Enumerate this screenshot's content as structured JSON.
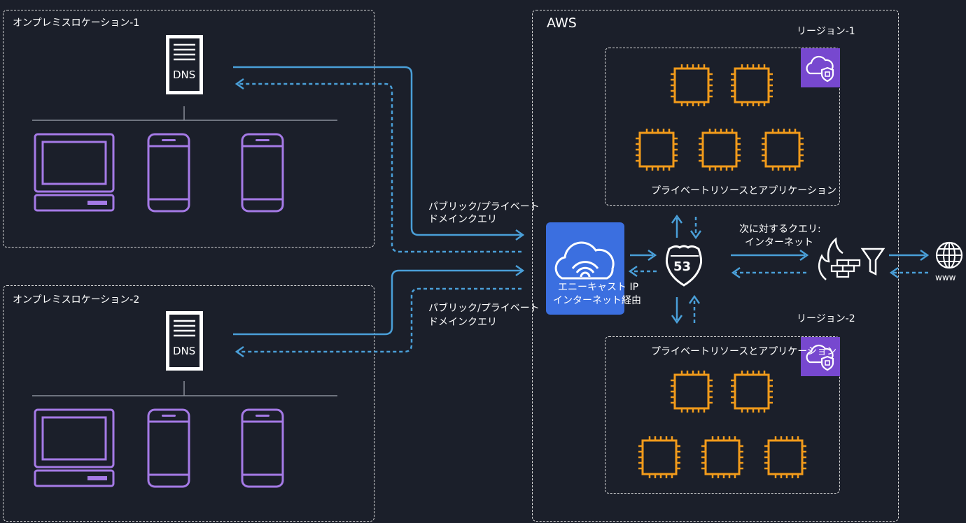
{
  "onprem1": {
    "title": "オンプレミスロケーション-1",
    "dns_label": "DNS"
  },
  "onprem2": {
    "title": "オンプレミスロケーション-2",
    "dns_label": "DNS"
  },
  "aws": {
    "title": "AWS",
    "region1": {
      "title": "リージョン-1",
      "resources_label": "プライベートリソースとアプリケーション"
    },
    "region2": {
      "title": "リージョン-2",
      "resources_label": "プライベートリソースとアプリケーション"
    },
    "anycast_label_line1": "エニーキャスト IP",
    "anycast_label_line2": "インターネット経由",
    "route53_label": "53"
  },
  "flows": {
    "query1_line1": "パブリック/プライベート",
    "query1_line2": "ドメインクエリ",
    "query2_line1": "パブリック/プライベート",
    "query2_line2": "ドメインクエリ",
    "internet_query_line1": "次に対するクエリ:",
    "internet_query_line2": "インターネット"
  },
  "internet": {
    "label": "www"
  },
  "colors": {
    "background": "#1b1f2a",
    "arrow": "#4a9fd8",
    "device": "#a57ae6",
    "ec2": "#f29b1b",
    "anycast_box": "#3b6fe0",
    "shield_box": "#7748cf"
  },
  "icons": [
    "dns-server-icon",
    "laptop-icon",
    "phone-icon",
    "ec2-chip-icon",
    "cloud-wifi-icon",
    "route53-shield-icon",
    "firewall-icon",
    "filter-icon",
    "globe-icon",
    "cloud-shield-icon"
  ]
}
